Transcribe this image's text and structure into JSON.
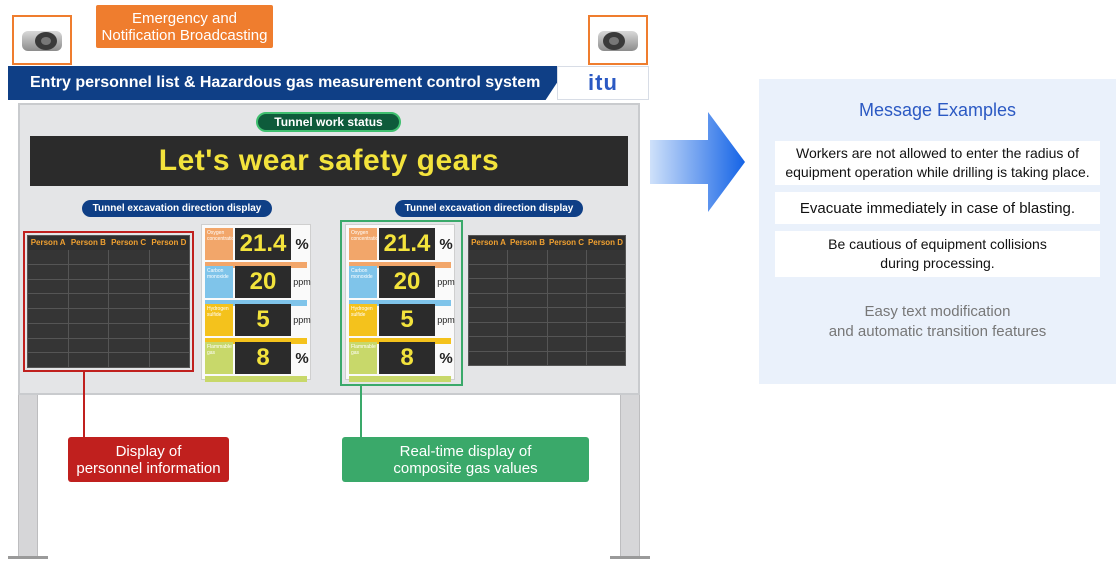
{
  "broadcast_label": "Emergency and\nNotification Broadcasting",
  "system_title": "Entry personnel list & Hazardous gas measurement control system",
  "logo_text": "itu",
  "board": {
    "status_label": "Tunnel work status",
    "banner_message": "Let's wear safety  gears",
    "direction_label_left": "Tunnel excavation direction display",
    "direction_label_right": "Tunnel excavation direction display",
    "personnel_headers": [
      "Person A",
      "Person B",
      "Person C",
      "Person D"
    ],
    "gas_left": [
      {
        "label": "Oxygen concentration",
        "value": "21.4",
        "unit": "%",
        "color": "#f2a66a"
      },
      {
        "label": "Carbon monoxide",
        "value": "20",
        "unit": "ppm",
        "color": "#7fc4ea"
      },
      {
        "label": "Hydrogen sulfide",
        "value": "5",
        "unit": "ppm",
        "color": "#f4c21c"
      },
      {
        "label": "Flammable gas",
        "value": "8",
        "unit": "%",
        "color": "#c8d86a"
      }
    ],
    "gas_right": [
      {
        "label": "Oxygen concentration",
        "value": "21.4",
        "unit": "%",
        "color": "#f2a66a"
      },
      {
        "label": "Carbon monoxide",
        "value": "20",
        "unit": "ppm",
        "color": "#7fc4ea"
      },
      {
        "label": "Hydrogen sulfide",
        "value": "5",
        "unit": "ppm",
        "color": "#f4c21c"
      },
      {
        "label": "Flammable gas",
        "value": "8",
        "unit": "%",
        "color": "#c8d86a"
      }
    ]
  },
  "callout_personnel": "Display of\npersonnel information",
  "callout_gas": "Real-time display of\ncomposite gas values",
  "messages": {
    "title": "Message Examples",
    "items": [
      "Workers are not allowed to enter the radius of\nequipment operation while drilling is taking place.",
      "Evacuate immediately in case of blasting.",
      "Be cautious of equipment collisions\nduring processing."
    ],
    "note": "Easy text modification\nand automatic transition features"
  },
  "colors": {
    "orange": "#ef7d2e",
    "navy": "#0f3f86",
    "red": "#c0201e",
    "green": "#3aa96a",
    "display_yellow": "#f3e33c",
    "panel_blue": "#eaf1fb"
  },
  "icons": [
    "speaker-icon",
    "arrow-right-icon"
  ]
}
